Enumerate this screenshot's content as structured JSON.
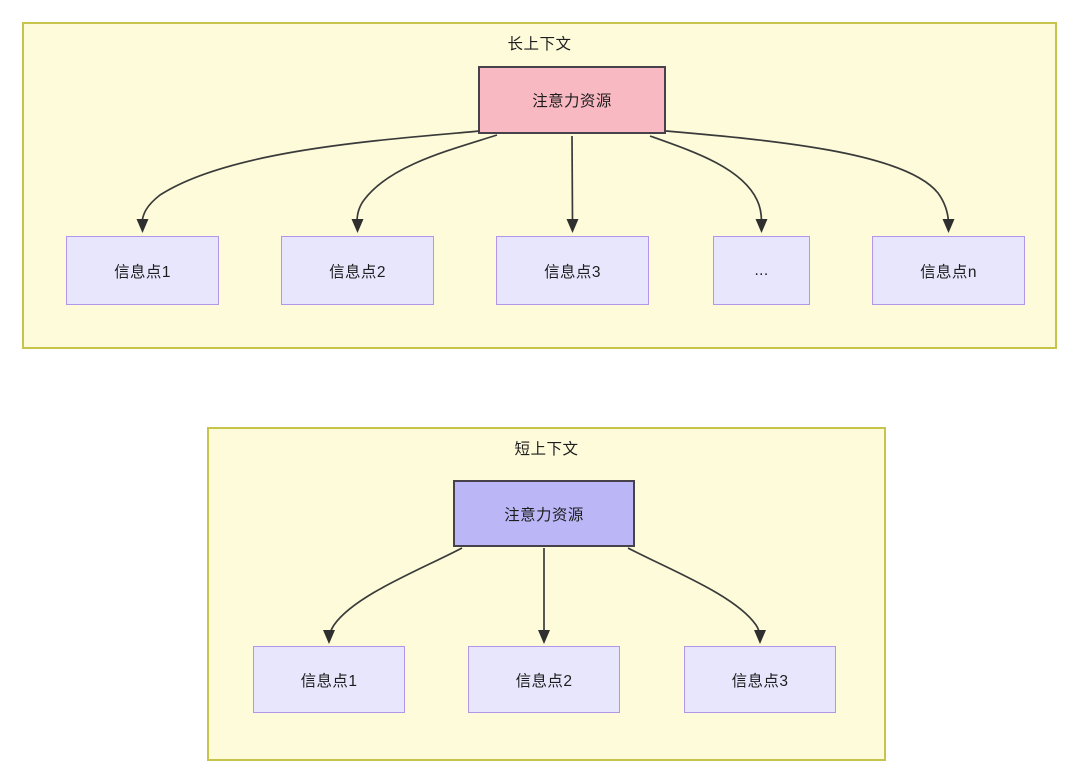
{
  "diagram": {
    "background_color": "#ffffff",
    "panel_fill": "#fdfbd9",
    "panel_border": "#c6c44a",
    "edge_color": "#3a3a3a"
  },
  "panels": [
    {
      "id": "long-context",
      "title": "长上下文",
      "root": {
        "label": "注意力资源",
        "fill": "#f9b9c2",
        "border": "#46414a"
      },
      "children": [
        {
          "label": "信息点1"
        },
        {
          "label": "信息点2"
        },
        {
          "label": "信息点3"
        },
        {
          "label": "..."
        },
        {
          "label": "信息点n"
        }
      ]
    },
    {
      "id": "short-context",
      "title": "短上下文",
      "root": {
        "label": "注意力资源",
        "fill": "#bbb7f7",
        "border": "#46414a"
      },
      "children": [
        {
          "label": "信息点1"
        },
        {
          "label": "信息点2"
        },
        {
          "label": "信息点3"
        }
      ]
    }
  ],
  "node_style": {
    "info_fill": "#e8e6fd",
    "info_border": "#b296e8"
  }
}
